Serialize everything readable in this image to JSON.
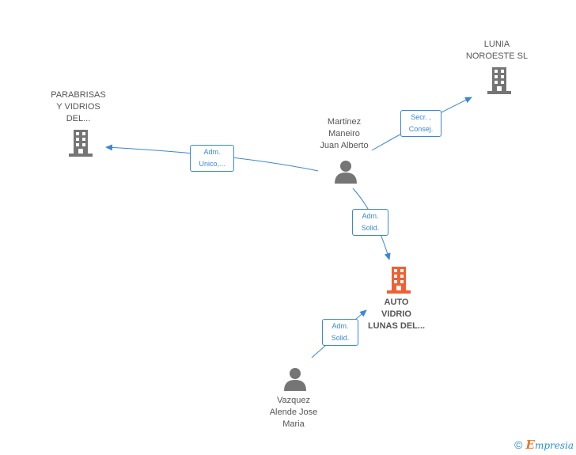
{
  "colors": {
    "edge": "#3b86d8",
    "company": "#757575",
    "focus_company": "#f06035",
    "person": "#757575"
  },
  "nodes": {
    "parabrisas": {
      "label_lines": [
        "PARABRISAS",
        "Y VIDRIOS",
        "DEL..."
      ],
      "icon": "building-icon"
    },
    "lunia": {
      "label_lines": [
        "LUNIA",
        "NOROESTE SL"
      ],
      "icon": "building-icon"
    },
    "martinez": {
      "label_lines": [
        "Martinez",
        "Maneiro",
        "Juan Alberto"
      ],
      "icon": "person-icon"
    },
    "auto_vidrio": {
      "label_lines": [
        "AUTO",
        "VIDRIO",
        "LUNAS DEL..."
      ],
      "icon": "building-icon"
    },
    "vazquez": {
      "label_lines": [
        "Vazquez",
        "Alende Jose",
        "Maria"
      ],
      "icon": "person-icon"
    }
  },
  "relations": [
    {
      "from": "martinez",
      "to": "parabrisas",
      "role_lines": [
        "Adm.",
        "Unico,..."
      ]
    },
    {
      "from": "martinez",
      "to": "lunia",
      "role_lines": [
        "Secr. ,",
        "Consej."
      ]
    },
    {
      "from": "martinez",
      "to": "auto_vidrio",
      "role_lines": [
        "Adm.",
        "Solid."
      ]
    },
    {
      "from": "vazquez",
      "to": "auto_vidrio",
      "role_lines": [
        "Adm.",
        "Solid."
      ]
    }
  ],
  "footer": {
    "copyright": "©",
    "brand_first": "E",
    "brand_rest": "mpresia"
  }
}
